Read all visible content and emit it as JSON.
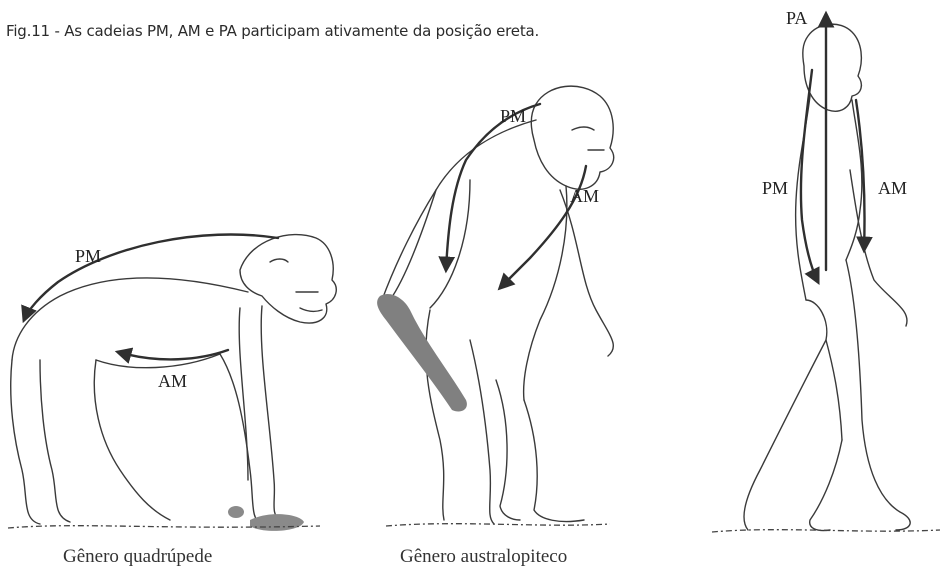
{
  "caption": "Fig.11 - As cadeias PM, AM e PA participam ativamente da posição ereta.",
  "figures": [
    {
      "name": "Gênero quadrúpede",
      "labels": {
        "pm": "PM",
        "am": "AM"
      }
    },
    {
      "name": "Gênero australopiteco",
      "labels": {
        "pm": "PM",
        "am": "AM"
      }
    },
    {
      "name": "",
      "labels": {
        "pa": "PA",
        "pm": "PM",
        "am": "AM"
      }
    }
  ]
}
